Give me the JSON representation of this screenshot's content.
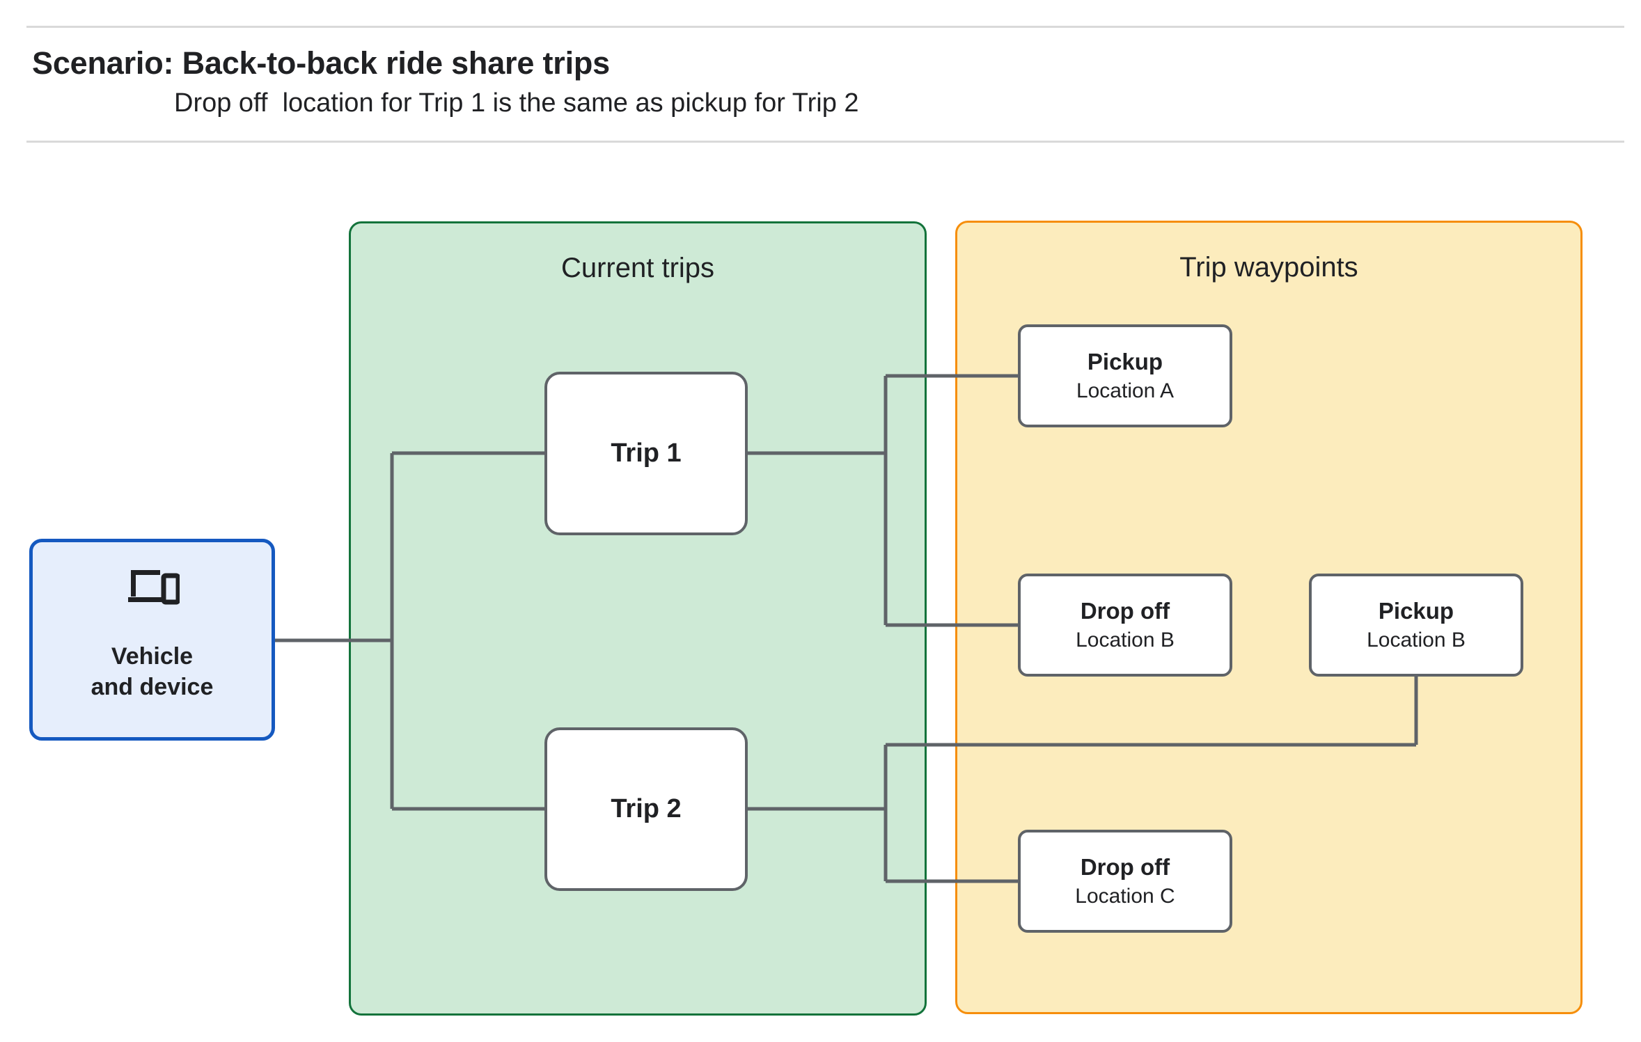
{
  "header": {
    "title": "Scenario: Back-to-back ride share trips",
    "subtitle": "Drop off  location for Trip 1 is the same as pickup for Trip 2"
  },
  "groups": {
    "current_trips": {
      "title": "Current trips",
      "fill": "#ceead6",
      "border": "#13733b"
    },
    "trip_waypoints": {
      "title": "Trip waypoints",
      "fill": "#fcecbd",
      "border": "#f68e0b"
    }
  },
  "nodes": {
    "vehicle": {
      "label": "Vehicle\nand device",
      "icon": "devices-icon",
      "fill": "#e6eefc",
      "border": "#1559c0"
    },
    "trip_1": {
      "label": "Trip 1"
    },
    "trip_2": {
      "label": "Trip 2"
    },
    "pickup_a": {
      "title": "Pickup",
      "location": "Location A"
    },
    "dropoff_b": {
      "title": "Drop off",
      "location": "Location B"
    },
    "pickup_b": {
      "title": "Pickup",
      "location": "Location B"
    },
    "dropoff_c": {
      "title": "Drop off",
      "location": "Location C"
    }
  },
  "edges": [
    {
      "from": "vehicle",
      "to": "trip_1"
    },
    {
      "from": "vehicle",
      "to": "trip_2"
    },
    {
      "from": "trip_1",
      "to": "pickup_a"
    },
    {
      "from": "trip_1",
      "to": "dropoff_b"
    },
    {
      "from": "trip_2",
      "to": "pickup_b"
    },
    {
      "from": "trip_2",
      "to": "dropoff_c"
    }
  ],
  "colors": {
    "connector": "#5f6368",
    "node_border": "#5f6368",
    "divider": "#d9d9d9",
    "text": "#202124"
  }
}
